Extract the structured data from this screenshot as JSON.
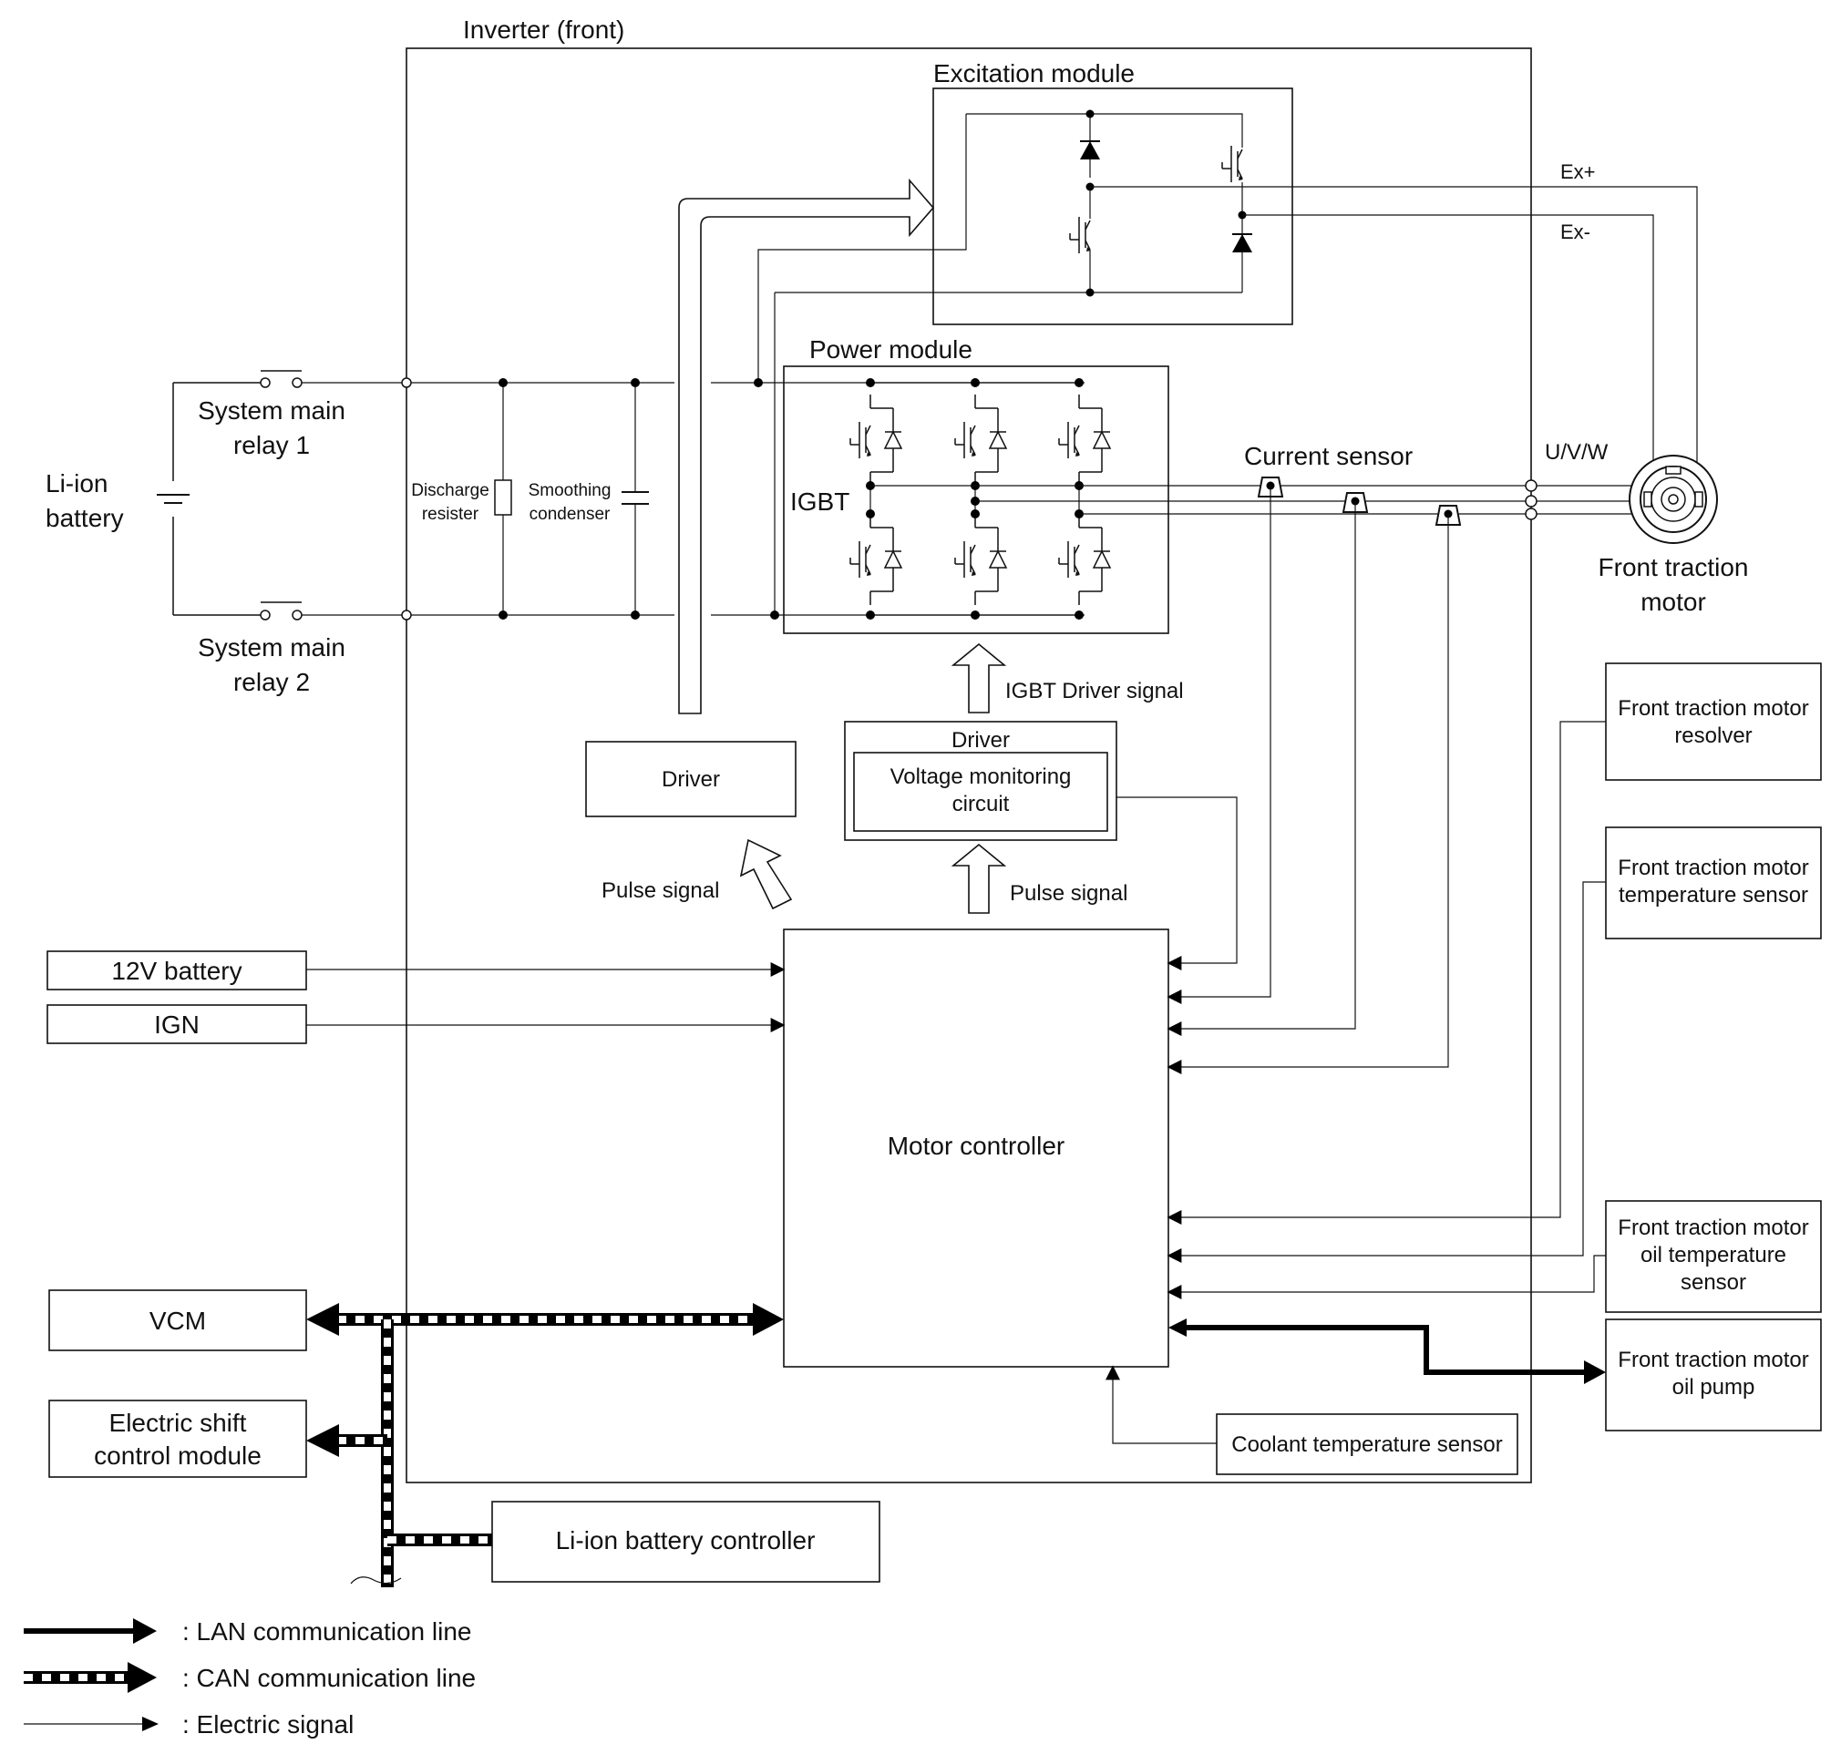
{
  "inverter": {
    "title": "Inverter (front)"
  },
  "excitation_module": {
    "title": "Excitation module",
    "ex_plus": "Ex+",
    "ex_minus": "Ex-"
  },
  "power_module": {
    "title": "Power module",
    "igbt": "IGBT"
  },
  "battery": {
    "line1": "Li-ion",
    "line2": "battery"
  },
  "relay1": {
    "line1": "System main",
    "line2": "relay 1"
  },
  "relay2": {
    "line1": "System main",
    "line2": "relay 2"
  },
  "discharge": {
    "line1": "Discharge",
    "line2": "resister"
  },
  "smoothing": {
    "line1": "Smoothing",
    "line2": "condenser"
  },
  "current_sensor": "Current sensor",
  "uvw": "U/V/W",
  "front_motor": {
    "line1": "Front traction",
    "line2": "motor"
  },
  "driver_left": "Driver",
  "driver_right": {
    "title": "Driver",
    "vm_line1": "Voltage monitoring",
    "vm_line2": "circuit"
  },
  "signals": {
    "igbt_driver": "IGBT Driver signal",
    "pulse_left": "Pulse signal",
    "pulse_right": "Pulse signal"
  },
  "motor_controller": "Motor controller",
  "inputs": {
    "battery12v": "12V battery",
    "ign": "IGN"
  },
  "sensors": {
    "resolver": {
      "line1": "Front traction motor",
      "line2": "resolver"
    },
    "temperature": {
      "line1": "Front traction motor",
      "line2": "temperature sensor"
    },
    "oil_temp": {
      "line1": "Front traction motor",
      "line2": "oil temperature",
      "line3": "sensor"
    },
    "oil_pump": {
      "line1": "Front traction motor",
      "line2": "oil pump"
    },
    "coolant": "Coolant temperature sensor"
  },
  "can_nodes": {
    "vcm": "VCM",
    "esc": {
      "line1": "Electric shift",
      "line2": "control module"
    },
    "libc": "Li-ion battery controller"
  },
  "legend": {
    "lan": ": LAN communication line",
    "can": ": CAN communication line",
    "elec": ": Electric signal"
  }
}
